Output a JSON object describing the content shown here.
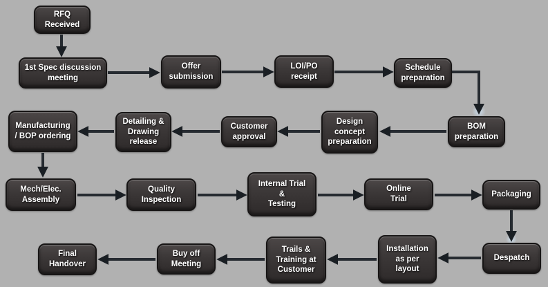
{
  "diagram_title": "RFQ to Final Handover process flowchart",
  "colors": {
    "background": "#b1b1b1",
    "node_fill_top": "#4c4747",
    "node_fill_bottom": "#2e2a2a",
    "node_border": "#171515",
    "node_text": "#ffffff",
    "arrow_shaft": "#262b31",
    "arrow_head": "#1a1f24",
    "arrow_glow": "#cfe3f5"
  },
  "nodes": {
    "rfq": {
      "label": "RFQ\nReceived"
    },
    "spec": {
      "label": "1st Spec discussion\nmeeting"
    },
    "offer": {
      "label": "Offer\nsubmission"
    },
    "loipo": {
      "label": "LOI/PO\nreceipt"
    },
    "schedule": {
      "label": "Schedule\npreparation"
    },
    "bom": {
      "label": "BOM\npreparation"
    },
    "design": {
      "label": "Design\nconcept\npreparation"
    },
    "customer": {
      "label": "Customer\napproval"
    },
    "detailing": {
      "label": "Detailing &\nDrawing\nrelease"
    },
    "manufacturing": {
      "label": "Manufacturing\n/ BOP ordering"
    },
    "mech": {
      "label": "Mech/Elec.\nAssembly"
    },
    "quality": {
      "label": "Quality\nInspection"
    },
    "internal": {
      "label": "Internal Trial\n&\nTesting"
    },
    "online": {
      "label": "Online\nTrial"
    },
    "packaging": {
      "label": "Packaging"
    },
    "despatch": {
      "label": "Despatch"
    },
    "installation": {
      "label": "Installation\nas per\nlayout"
    },
    "trails": {
      "label": "Trails &\nTraining at\nCustomer"
    },
    "buyoff": {
      "label": "Buy off\nMeeting"
    },
    "final": {
      "label": "Final\nHandover"
    }
  }
}
